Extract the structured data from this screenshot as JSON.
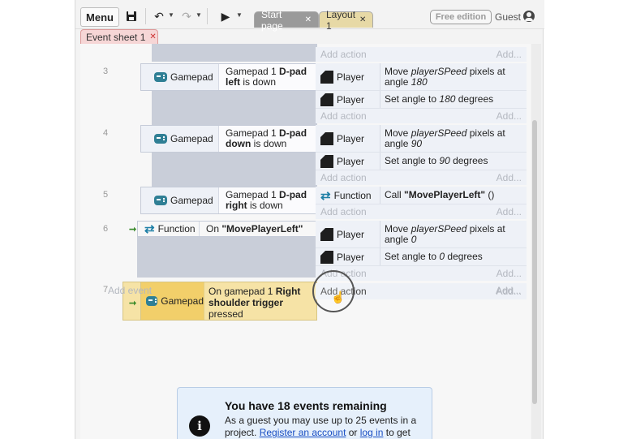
{
  "toolbar": {
    "menu_label": "Menu",
    "tabs": [
      {
        "label": "Start page"
      },
      {
        "label": "Layout 1"
      }
    ],
    "free_edition": "Free edition",
    "guest": "Guest"
  },
  "doc_tab": {
    "label": "Event sheet 1"
  },
  "common": {
    "add_action": "Add action",
    "add_more": "Add...",
    "gamepad": "Gamepad",
    "player": "Player",
    "function": "Function"
  },
  "events": [
    {
      "number": "3",
      "cond_pre": "Gamepad 1 ",
      "cond_bold1": "D-pad",
      "cond_bold2": "left",
      "cond_post": " is down",
      "actions": [
        {
          "object": "Player",
          "pre": "Move ",
          "italic": "playerSPeed",
          "mid": " pixels at",
          "line2_pre": "angle ",
          "line2_italic": "180"
        },
        {
          "object": "Player",
          "pre": "Set angle to ",
          "italic": "180",
          "post": " degrees"
        }
      ]
    },
    {
      "number": "4",
      "cond_pre": "Gamepad 1 ",
      "cond_bold1": "D-pad",
      "cond_bold2": "down",
      "cond_post": " is down",
      "actions": [
        {
          "object": "Player",
          "pre": "Move ",
          "italic": "playerSPeed",
          "mid": " pixels at",
          "line2_pre": "angle ",
          "line2_italic": "90"
        },
        {
          "object": "Player",
          "pre": "Set angle to ",
          "italic": "90",
          "post": " degrees"
        }
      ]
    },
    {
      "number": "5",
      "cond_pre": "Gamepad 1 ",
      "cond_bold1": "D-pad",
      "cond_bold2": "right",
      "cond_post": " is down",
      "actions": [
        {
          "object": "Function",
          "pre": "Call ",
          "bold": "\"MovePlayerLeft\"",
          "post": " ()"
        }
      ]
    },
    {
      "number": "6",
      "cond_pre": "On ",
      "cond_bold1": "\"MovePlayerLeft\"",
      "actions": [
        {
          "object": "Player",
          "pre": "Move ",
          "italic": "playerSPeed",
          "mid": " pixels at",
          "line2_pre": "angle ",
          "line2_italic": "0"
        },
        {
          "object": "Player",
          "pre": "Set angle to ",
          "italic": "0",
          "post": " degrees"
        }
      ]
    },
    {
      "number": "7",
      "cond_pre": "On gamepad 1 ",
      "cond_bold1": "Right",
      "cond_bold2": "shoulder trigger",
      "cond_post": "pressed"
    }
  ],
  "add_event": "Add event",
  "info": {
    "title": "You have 18 events remaining",
    "body_1": "As a guest you may use up to 25 events in a project. ",
    "link_register": "Register an account",
    "body_2": " or ",
    "link_login": "log in",
    "body_3": " to get"
  },
  "colors": {
    "event_sheet_tab": "#f6d6d6",
    "selected_event": "#f6e3a6",
    "link": "#1a4fc4"
  }
}
